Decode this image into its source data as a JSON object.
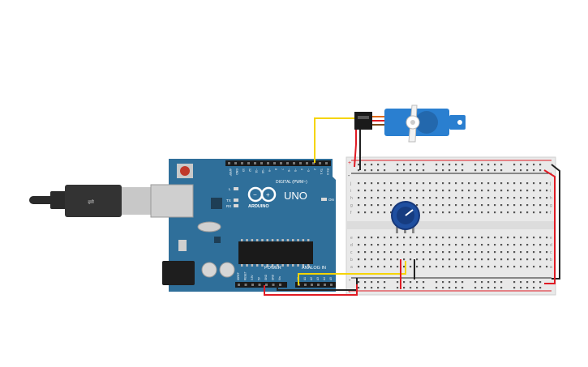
{
  "board": {
    "brand": "ARDUINO",
    "model": "UNO",
    "digital_header_label": "DIGITAL (PWM~)",
    "power_header_label": "POWER",
    "analog_header_label": "ANALOG IN",
    "led_l": "L",
    "led_tx": "TX",
    "led_rx": "RX",
    "led_on": "ON",
    "top_pin_labels": [
      "AREF",
      "GND",
      "13",
      "12",
      "~11",
      "~10",
      "~9",
      "8",
      "7",
      "~6",
      "~5",
      "4",
      "~3",
      "2",
      "TX 1",
      "RX 0"
    ],
    "power_pin_labels": [
      "IOREF",
      "RESET",
      "3.3V",
      "5V",
      "GND",
      "GND",
      "Vin"
    ],
    "analog_pin_labels": [
      "A0",
      "A1",
      "A2",
      "A3",
      "A4",
      "A5"
    ]
  },
  "breadboard": {
    "row_letters_top": [
      "j",
      "i",
      "h",
      "g",
      "f"
    ],
    "row_letters_bottom": [
      "e",
      "d",
      "c",
      "b",
      "a"
    ],
    "rail_plus": "+",
    "rail_minus": "-"
  },
  "components": {
    "servo": "micro-servo",
    "potentiometer": "potentiometer",
    "usb_cable": "usb-cable"
  },
  "colors": {
    "board": "#2f6f9a",
    "board_dark": "#1f4f70",
    "breadboard": "#e9e9e9",
    "wire_yellow": "#f5d400",
    "wire_red": "#e01b24",
    "wire_black": "#222222",
    "servo": "#2a7fd0",
    "pot": "#1f4fa0"
  }
}
